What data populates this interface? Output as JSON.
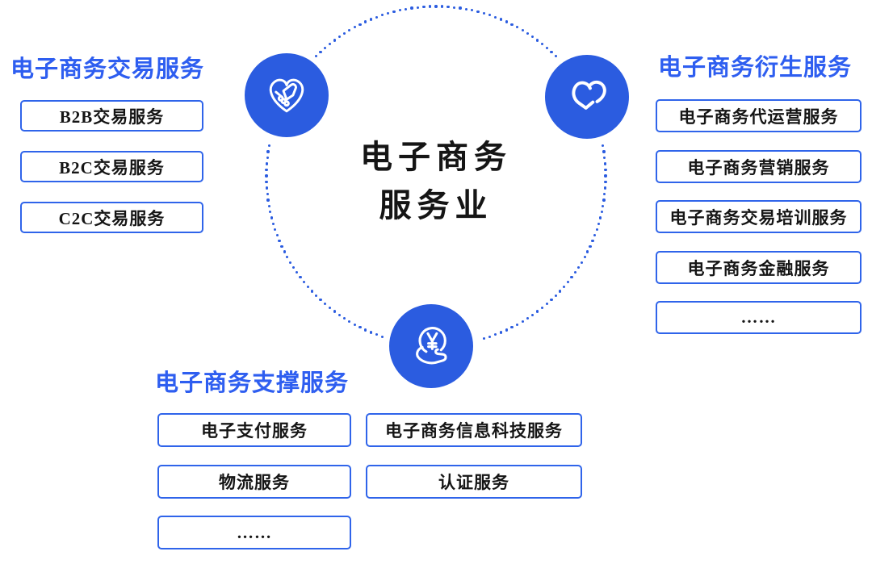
{
  "colors": {
    "accent_blue": "#2b5ce0",
    "box_border_blue": "#2f64ea",
    "header_blue": "#2e5ef0",
    "text_black": "#151515"
  },
  "center": {
    "title_line1": "电子商务",
    "title_line2": "服务业"
  },
  "icons": [
    {
      "name": "handshake-heart-icon"
    },
    {
      "name": "heart-icon"
    },
    {
      "name": "coin-in-hand-icon"
    }
  ],
  "sections": {
    "transaction": {
      "header": "电子商务交易服务",
      "items": [
        "B2B交易服务",
        "B2C交易服务",
        "C2C交易服务"
      ]
    },
    "derivative": {
      "header": "电子商务衍生服务",
      "items": [
        "电子商务代运营服务",
        "电子商务营销服务",
        "电子商务交易培训服务",
        "电子商务金融服务",
        "……"
      ]
    },
    "support": {
      "header": "电子商务支撑服务",
      "left_items": [
        "电子支付服务",
        "物流服务",
        "……"
      ],
      "right_items": [
        "电子商务信息科技服务",
        "认证服务"
      ]
    }
  }
}
